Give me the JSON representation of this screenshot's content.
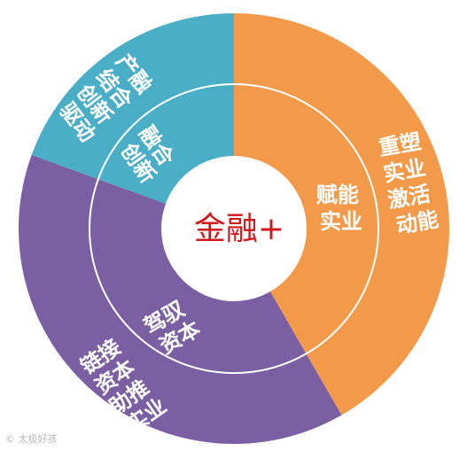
{
  "center": {
    "label": "金融+"
  },
  "segments": {
    "teal": {
      "color": "#4aaec6",
      "inner_lines": [
        "融合",
        "创新"
      ],
      "outer_lines": [
        "产融",
        "结合",
        "创新",
        "驱动"
      ]
    },
    "orange": {
      "color": "#f39a4a",
      "inner_lines": [
        "赋能",
        "实业"
      ],
      "outer_lines": [
        "重塑",
        "实业",
        "激活",
        "动能"
      ]
    },
    "purple": {
      "color": "#7a5fa3",
      "inner_lines": [
        "驾驭",
        "资本"
      ],
      "outer_lines": [
        "链接",
        "资本",
        "助推",
        "实业"
      ]
    }
  },
  "watermark": {
    "text": "© 太极好孩"
  }
}
